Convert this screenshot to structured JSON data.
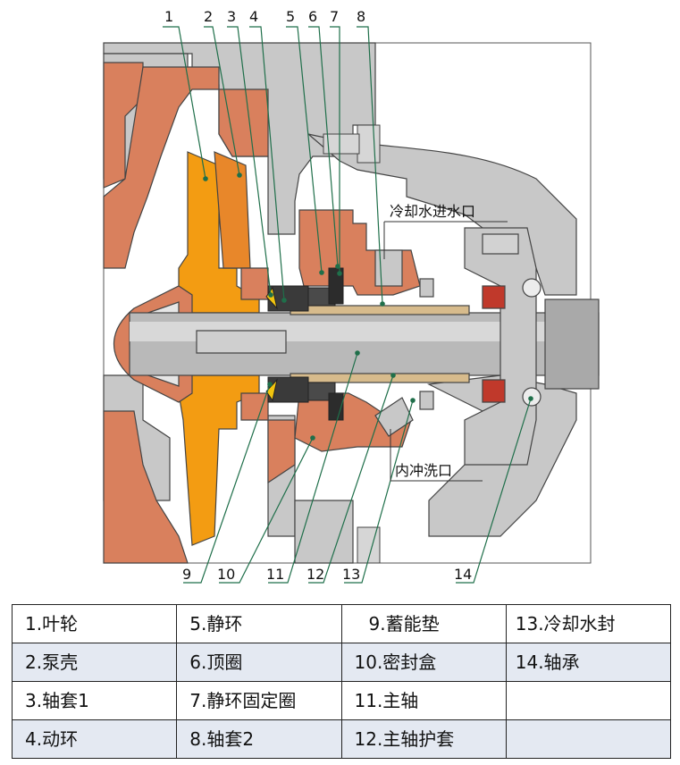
{
  "diagram": {
    "top_labels": [
      "1",
      "2",
      "3",
      "4",
      "5",
      "6",
      "7",
      "8"
    ],
    "bottom_labels": [
      "9",
      "10",
      "11",
      "12",
      "13",
      "14"
    ],
    "captions": {
      "cooling_water_inlet": "冷却水进水口",
      "inner_flush_port": "内冲洗口"
    },
    "colors": {
      "casing_grey": "#c8c8c8",
      "impeller_orange": "#f39c12",
      "sleeve_copper": "#d9805d",
      "shaft_grey": "#b9b9b9",
      "sleeve_tan": "#d7bb8c",
      "seal_dark": "#3a3a3a",
      "lip_seal_red": "#c0392b",
      "leader_green": "#1f6f4a"
    }
  },
  "legend": {
    "rows": [
      [
        "1.叶轮",
        "5.静环",
        "9.蓄能垫",
        "13.冷却水封"
      ],
      [
        "2.泵壳",
        "6.顶圈",
        "10.密封盒",
        "14.轴承"
      ],
      [
        "3.轴套1",
        "7.静环固定圈",
        "11.主轴",
        ""
      ],
      [
        "4.动环",
        "8.轴套2",
        "12.主轴护套",
        ""
      ]
    ]
  }
}
